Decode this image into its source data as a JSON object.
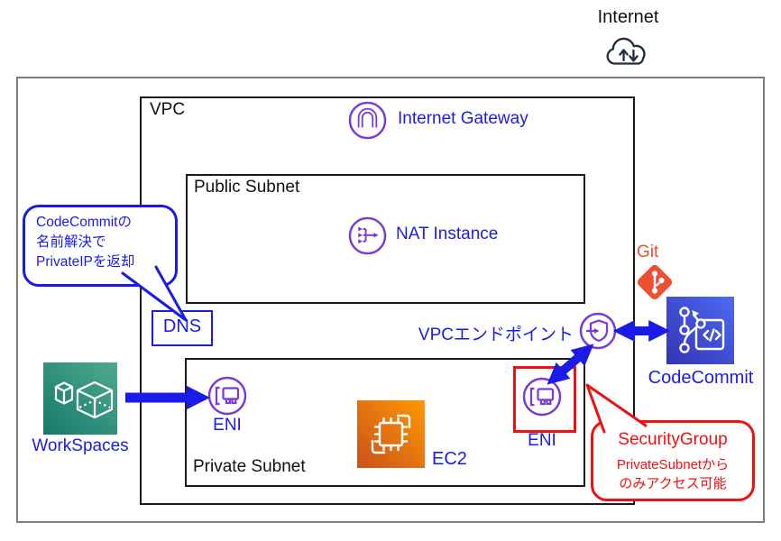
{
  "colors": {
    "blue": "#1b1be8",
    "purple": "#7b3bd9",
    "red": "#ee1111",
    "git_orange": "#ee4e31",
    "dark_navy": "#232f3e",
    "outer_border": "#7f7f7f",
    "box_border": "#1a1a1a",
    "ec2_gradient": [
      "#c8511b",
      "#ff9904"
    ],
    "codecommit_gradient": [
      "#3334b3",
      "#4d6bf2"
    ],
    "workspaces_gradient": [
      "#15796b",
      "#4fa98e"
    ]
  },
  "internet": {
    "label": "Internet"
  },
  "vpc": {
    "label": "VPC"
  },
  "internet_gateway": {
    "label": "Internet Gateway"
  },
  "public_subnet": {
    "label": "Public Subnet"
  },
  "nat_instance": {
    "label": "NAT Instance"
  },
  "dns_note": {
    "lines": [
      "CodeCommitの",
      "名前解決で",
      "PrivateIPを返却"
    ]
  },
  "dns": {
    "label": "DNS"
  },
  "vpc_endpoint": {
    "label": "VPCエンドポイント"
  },
  "private_subnet": {
    "label": "Private Subnet"
  },
  "eni_left": {
    "label": "ENI"
  },
  "eni_right": {
    "label": "ENI"
  },
  "ec2": {
    "label": "EC2"
  },
  "security_note": {
    "lines": [
      "SecurityGroup",
      "PrivateSubnetから",
      "のみアクセス可能"
    ]
  },
  "workspaces": {
    "label": "WorkSpaces"
  },
  "git": {
    "label": "Git"
  },
  "codecommit": {
    "label": "CodeCommit"
  }
}
